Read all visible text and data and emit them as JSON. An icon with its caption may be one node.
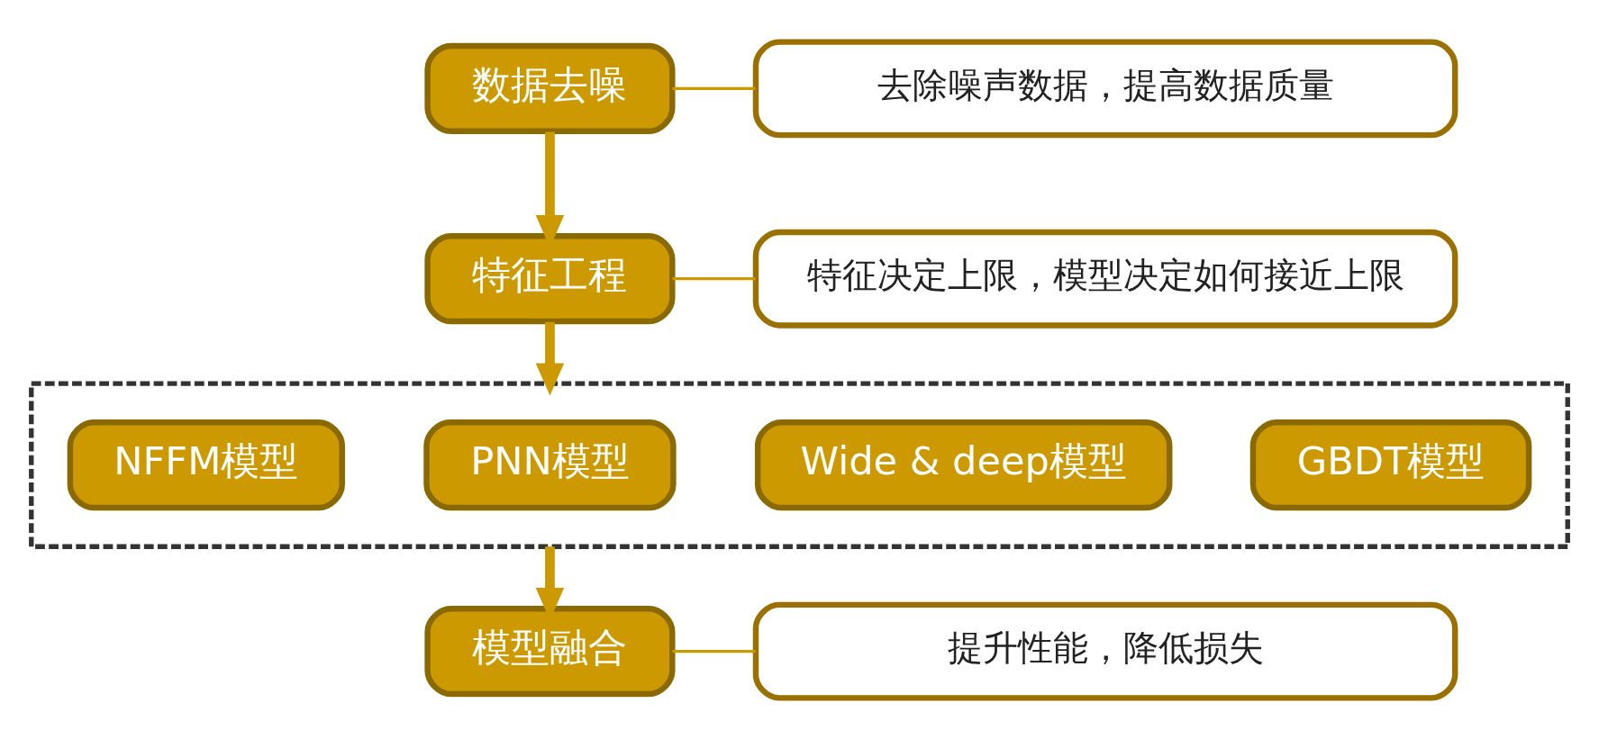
{
  "diagram": {
    "nodes": [
      {
        "text": [
          "数据去噪"
        ]
      },
      {
        "text": [
          "去除噪声数据，提高数据质量"
        ]
      },
      {
        "text": [
          "特征工程"
        ]
      },
      {
        "text": [
          "特征决定上限，模型决定如何接近上限"
        ]
      },
      {
        "text": [],
        "shape": "box"
      },
      {
        "text": [
          "GBDT模型"
        ],
        "in": 4
      },
      {
        "text": [
          "Wide & deep模型"
        ],
        "in": 4
      },
      {
        "text": [
          "PNN模型"
        ],
        "in": 4
      },
      {
        "text": [
          "NFFM模型"
        ],
        "in": 4
      },
      {
        "text": [
          "模型融合"
        ]
      },
      {
        "text": [
          "提升性能，降低损失"
        ]
      }
    ],
    "edges": [
      {
        "from": 0,
        "to": 1,
        "arrow": "none"
      },
      {
        "from": 0,
        "to": 2,
        "arrow": "to",
        "style": "thick"
      },
      {
        "from": 2,
        "to": 3,
        "arrow": "none"
      },
      {
        "from": 2,
        "to": 4,
        "arrow": "to",
        "style": "thick"
      },
      {
        "from": 4,
        "to": 9,
        "arrow": "to",
        "style": "thick"
      },
      {
        "from": 9,
        "to": 10,
        "arrow": "none"
      }
    ]
  }
}
